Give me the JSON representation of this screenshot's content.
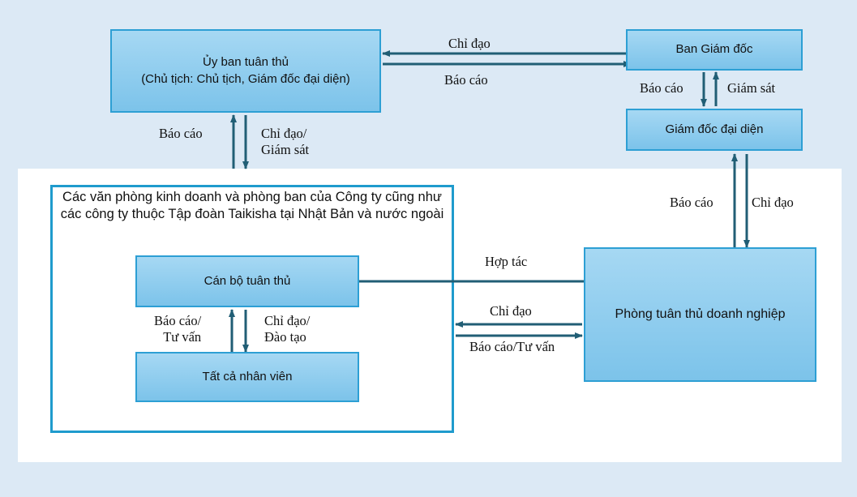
{
  "page": {
    "background_color": "#dce9f5",
    "panel_color": "#ffffff",
    "box_fill": "#8fcaea",
    "box_border": "#2d9fd4",
    "container_border": "#1f9bcd",
    "arrow_color": "#215e75"
  },
  "nodes": {
    "committee": "Ủy ban tuân thủ\n(Chủ tịch: Chủ tịch, Giám đốc đại diện)",
    "committee_line1": "Ủy ban tuân thủ",
    "committee_line2": "(Chủ tịch: Chủ tịch, Giám đốc đại diện)",
    "board": "Ban Giám đốc",
    "director": "Giám đốc đại diện",
    "department": "Phòng tuân thủ doanh nghiệp",
    "officer": "Cán bộ tuân thủ",
    "employees": "Tất cả nhân viên"
  },
  "container": {
    "caption": "Các văn phòng kinh doanh và phòng ban của Công ty cũng như các công ty thuộc Tập đoàn Taikisha tại Nhật Bản và nước ngoài"
  },
  "edges": [
    {
      "id": "committee-board-instruct",
      "label": "Chỉ đạo",
      "direction": "left"
    },
    {
      "id": "committee-board-report",
      "label": "Báo cáo",
      "direction": "right"
    },
    {
      "id": "committee-down-report",
      "label": "Báo cáo",
      "direction": "up"
    },
    {
      "id": "committee-down-instruct",
      "label": "Chỉ đạo/\nGiám sát",
      "direction": "down"
    },
    {
      "id": "board-director-report",
      "label": "Báo cáo",
      "direction": "down"
    },
    {
      "id": "board-director-supervise",
      "label": "Giám sát",
      "direction": "up"
    },
    {
      "id": "director-dept-report",
      "label": "Báo cáo",
      "direction": "up"
    },
    {
      "id": "director-dept-instruct",
      "label": "Chỉ đạo",
      "direction": "down"
    },
    {
      "id": "officer-dept-cooperate",
      "label": "Hợp tác",
      "direction": "none"
    },
    {
      "id": "dept-container-instruct",
      "label": "Chỉ đạo",
      "direction": "left"
    },
    {
      "id": "dept-container-report",
      "label": "Báo cáo/Tư vấn",
      "direction": "right"
    },
    {
      "id": "employee-officer-report",
      "label": "Báo cáo/\nTư vấn",
      "direction": "up"
    },
    {
      "id": "officer-employee-instruct",
      "label": "Chỉ đạo/\nĐào tạo",
      "direction": "down"
    }
  ]
}
